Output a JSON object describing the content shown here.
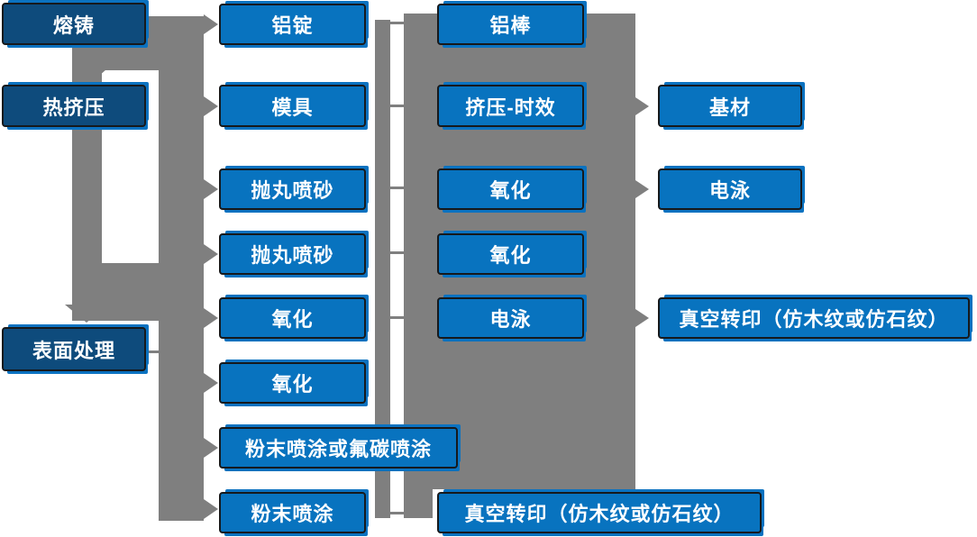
{
  "diagram_type": "flowchart",
  "colors": {
    "step_box": "#0873BF",
    "stage_box": "#0E4B7C",
    "connector_gray": "#7F7F7F",
    "box_border": "#16191C",
    "box_text": "#FFFFFF",
    "background": "#FFFFFF"
  },
  "nodes": [
    {
      "label": "熔铸",
      "kind": "stage"
    },
    {
      "label": "热挤压",
      "kind": "stage"
    },
    {
      "label": "表面处理",
      "kind": "stage"
    },
    {
      "label": "铝锭",
      "kind": "step"
    },
    {
      "label": "模具",
      "kind": "step"
    },
    {
      "label": "抛丸喷砂",
      "kind": "step"
    },
    {
      "label": "抛丸喷砂",
      "kind": "step"
    },
    {
      "label": "氧化",
      "kind": "step"
    },
    {
      "label": "氧化",
      "kind": "step"
    },
    {
      "label": "粉末喷涂或氟碳喷涂",
      "kind": "step"
    },
    {
      "label": "粉末喷涂",
      "kind": "step"
    },
    {
      "label": "铝棒",
      "kind": "step"
    },
    {
      "label": "挤压-时效",
      "kind": "step"
    },
    {
      "label": "氧化",
      "kind": "step"
    },
    {
      "label": "氧化",
      "kind": "step"
    },
    {
      "label": "电泳",
      "kind": "step"
    },
    {
      "label": "真空转印（仿木纹或仿石纹）",
      "kind": "step"
    },
    {
      "label": "基材",
      "kind": "step"
    },
    {
      "label": "电泳",
      "kind": "step"
    },
    {
      "label": "真空转印（仿木纹或仿石纹）",
      "kind": "step"
    }
  ],
  "edges": [
    {
      "from": "熔铸",
      "to": "铝锭"
    },
    {
      "from": "熔铸",
      "to": "热挤压"
    },
    {
      "from": "热挤压",
      "to": "模具"
    },
    {
      "from": "热挤压",
      "to": "抛丸喷砂 (1)"
    },
    {
      "from": "热挤压",
      "to": "抛丸喷砂 (2)"
    },
    {
      "from": "热挤压",
      "to": "氧化 (1)"
    },
    {
      "from": "热挤压",
      "to": "表面处理"
    },
    {
      "from": "表面处理",
      "to": "氧化 (2)"
    },
    {
      "from": "表面处理",
      "to": "粉末喷涂或氟碳喷涂"
    },
    {
      "from": "表面处理",
      "to": "粉末喷涂"
    },
    {
      "from": "铝锭",
      "to": "铝棒"
    },
    {
      "from": "模具",
      "to": "挤压-时效"
    },
    {
      "from": "抛丸喷砂 (1)",
      "to": "氧化 (列3-1)"
    },
    {
      "from": "抛丸喷砂 (2)",
      "to": "氧化 (列3-2)"
    },
    {
      "from": "氧化 (1)",
      "to": "电泳 (列3)"
    },
    {
      "from": "粉末喷涂",
      "to": "真空转印（仿木纹或仿石纹） (列3)"
    },
    {
      "from": "挤压-时效",
      "to": "基材"
    },
    {
      "from": "氧化 (列3-1)",
      "to": "电泳 (列4)"
    },
    {
      "from": "电泳 (列3)",
      "to": "真空转印（仿木纹或仿石纹） (列4)"
    }
  ]
}
